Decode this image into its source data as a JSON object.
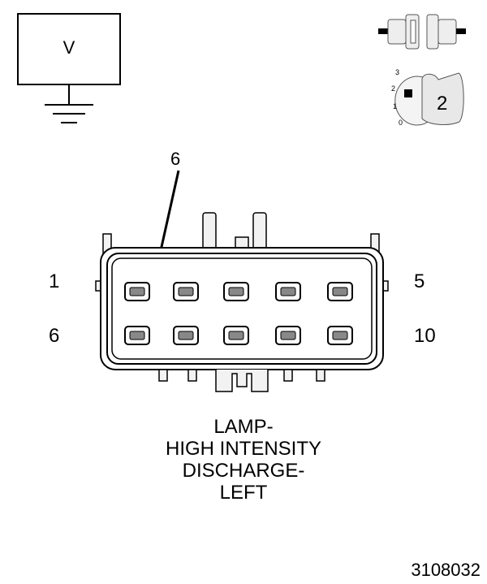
{
  "voltmeter": {
    "label": "V",
    "icon": "voltmeter-ground-icon"
  },
  "connector_icon": {
    "icon": "connector-disconnected-icon"
  },
  "ignition_icon": {
    "icon": "ignition-key-icon",
    "positions": [
      "3",
      "2",
      "1",
      "0"
    ],
    "key_position": "2"
  },
  "pointer": {
    "label": "6"
  },
  "connector": {
    "pin_labels": {
      "top_left": "1",
      "top_right": "5",
      "bottom_left": "6",
      "bottom_right": "10"
    },
    "rows": 2,
    "pins_per_row": 5,
    "highlighted_pin": 6
  },
  "caption": {
    "lines": [
      "LAMP-",
      "HIGH INTENSITY",
      "DISCHARGE-",
      "LEFT"
    ]
  },
  "figure_id": "3108032"
}
